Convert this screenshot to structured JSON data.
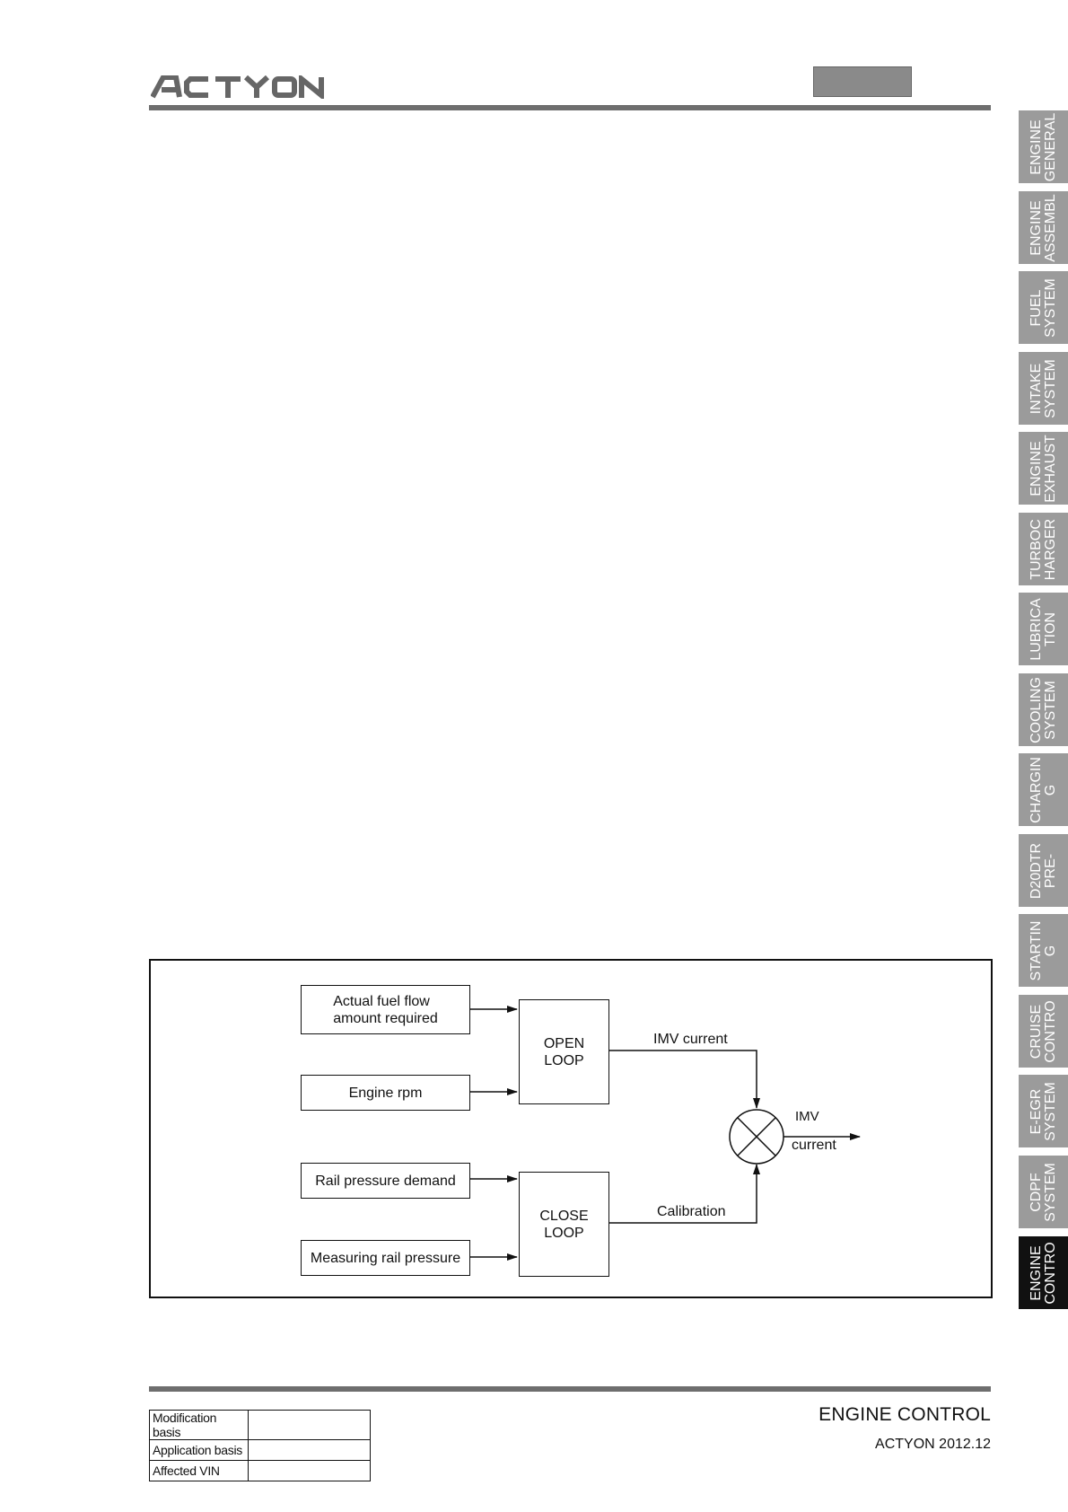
{
  "header": {
    "logo_text": "ACTYON"
  },
  "tabs": [
    {
      "label": "ENGINE\nGENERAL",
      "active": false
    },
    {
      "label": "ENGINE\nASSEMBL",
      "active": false
    },
    {
      "label": "FUEL\nSYSTEM",
      "active": false
    },
    {
      "label": "INTAKE\nSYSTEM",
      "active": false
    },
    {
      "label": "ENGINE\nEXHAUST",
      "active": false
    },
    {
      "label": "TURBOC\nHARGER",
      "active": false
    },
    {
      "label": "LUBRICA\nTION",
      "active": false
    },
    {
      "label": "COOLING\nSYSTEM",
      "active": false
    },
    {
      "label": "CHARGIN\nG",
      "active": false
    },
    {
      "label": "D20DTR\nPRE-",
      "active": false
    },
    {
      "label": "STARTIN\nG",
      "active": false
    },
    {
      "label": "CRUISE\nCONTRO",
      "active": false
    },
    {
      "label": "E-EGR\nSYSTEM",
      "active": false
    },
    {
      "label": "CDPF\nSYSTEM",
      "active": false
    },
    {
      "label": "ENGINE\nCONTRO",
      "active": true
    }
  ],
  "diagram": {
    "inputs": {
      "fuel_flow": "Actual fuel flow\namount required",
      "engine_rpm": "Engine rpm",
      "rail_demand": "Rail pressure demand",
      "rail_measuring": "Measuring rail pressure"
    },
    "open_loop": "OPEN\nLOOP",
    "close_loop": "CLOSE\nLOOP",
    "imv_current_label": "IMV current",
    "calibration_label": "Calibration",
    "output_label_top": "IMV",
    "output_label_bottom": "current"
  },
  "footer": {
    "title": "ENGINE CONTROL",
    "subtitle": "ACTYON 2012.12",
    "meta_rows": [
      {
        "label": "Modification basis",
        "value": ""
      },
      {
        "label": "Application basis",
        "value": ""
      },
      {
        "label": "Affected VIN",
        "value": ""
      }
    ]
  }
}
